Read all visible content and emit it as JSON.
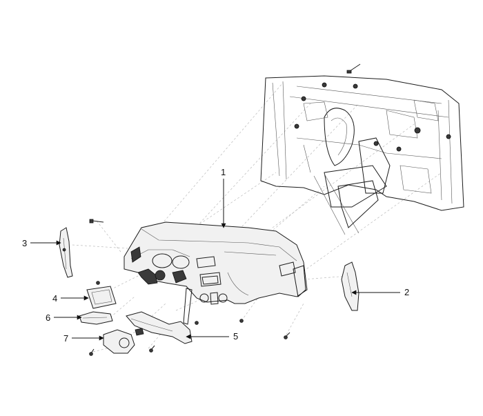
{
  "callouts": [
    {
      "id": "1",
      "label": "1"
    },
    {
      "id": "2",
      "label": "2"
    },
    {
      "id": "3",
      "label": "3"
    },
    {
      "id": "4",
      "label": "4"
    },
    {
      "id": "5",
      "label": "5"
    },
    {
      "id": "6",
      "label": "6"
    },
    {
      "id": "7",
      "label": "7"
    }
  ],
  "colors": {
    "ink": "#111111",
    "ghost_lines": "#b9b9b9",
    "part_fill": "#f1f1f1"
  }
}
